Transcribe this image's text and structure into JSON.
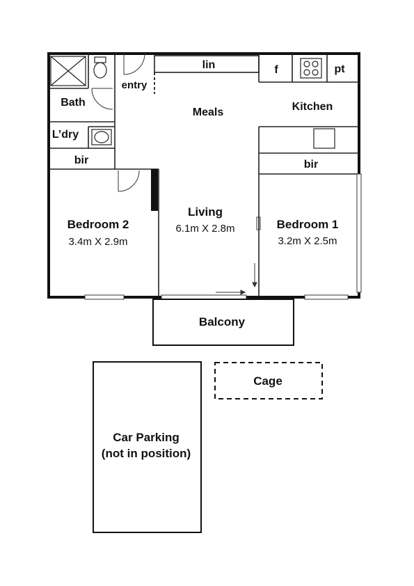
{
  "rooms": {
    "bath": "Bath",
    "laundry": "L’dry",
    "entry": "entry",
    "linen": "lin",
    "fridge": "f",
    "pantry": "pt",
    "kitchen": "Kitchen",
    "meals": "Meals",
    "bir_bedroom2": "bir",
    "bir_bedroom1": "bir",
    "living": "Living",
    "living_size": "6.1m X 2.8m",
    "bedroom2": "Bedroom 2",
    "bedroom2_size": "3.4m X 2.9m",
    "bedroom1": "Bedroom 1",
    "bedroom1_size": "3.2m X 2.5m",
    "balcony": "Balcony"
  },
  "outbuildings": {
    "cage": "Cage",
    "car_parking_line1": "Car Parking",
    "car_parking_line2": "(not in position)"
  },
  "colors": {
    "wall": "#111111",
    "line": "#222222",
    "background": "#ffffff"
  }
}
